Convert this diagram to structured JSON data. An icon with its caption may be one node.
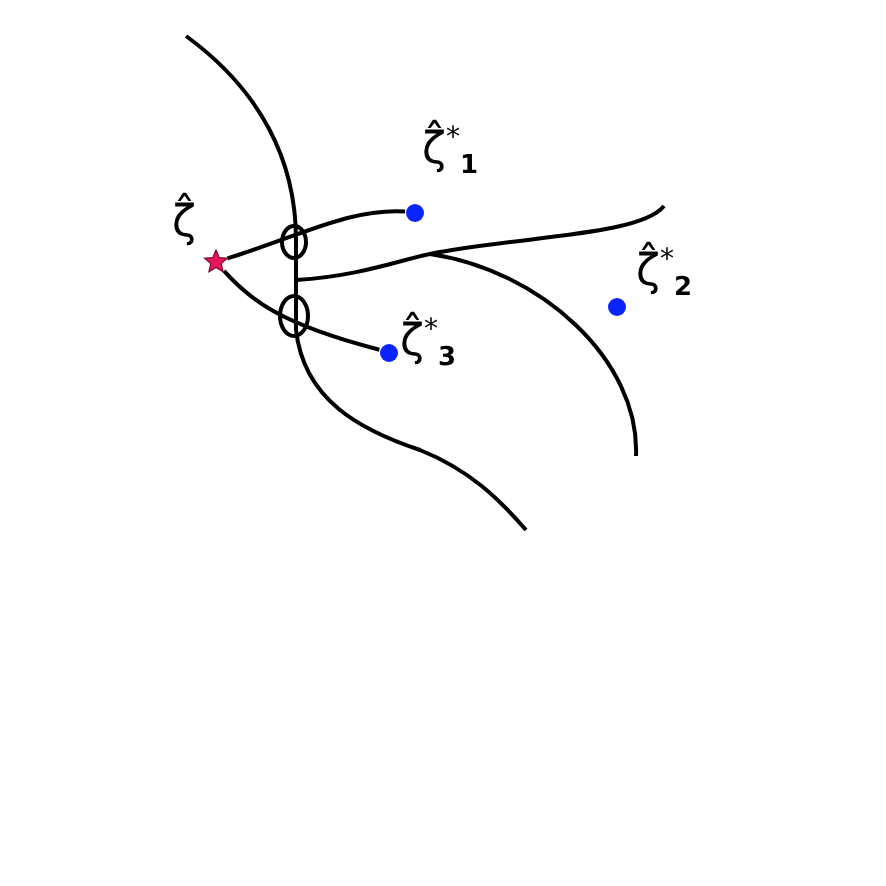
{
  "diagram": {
    "nodes": [
      {
        "text": [],
        "shape": "star",
        "beside": [
          "ζ̂"
        ]
      },
      {
        "text": [],
        "shape": "circle",
        "beside": [
          "ζ̂$^{*}$$_{1}$"
        ]
      },
      {
        "text": [],
        "shape": "circle",
        "beside": [
          "ζ̂$^{*}$$_{2}$"
        ]
      },
      {
        "text": [],
        "shape": "circle",
        "beside": [
          "ζ̂$^{*}$$_{3}$"
        ]
      }
    ],
    "edges": [
      {
        "from": 0,
        "to": 1,
        "arrow": "none"
      },
      {
        "from": 0,
        "to": 3,
        "arrow": "none"
      }
    ]
  }
}
